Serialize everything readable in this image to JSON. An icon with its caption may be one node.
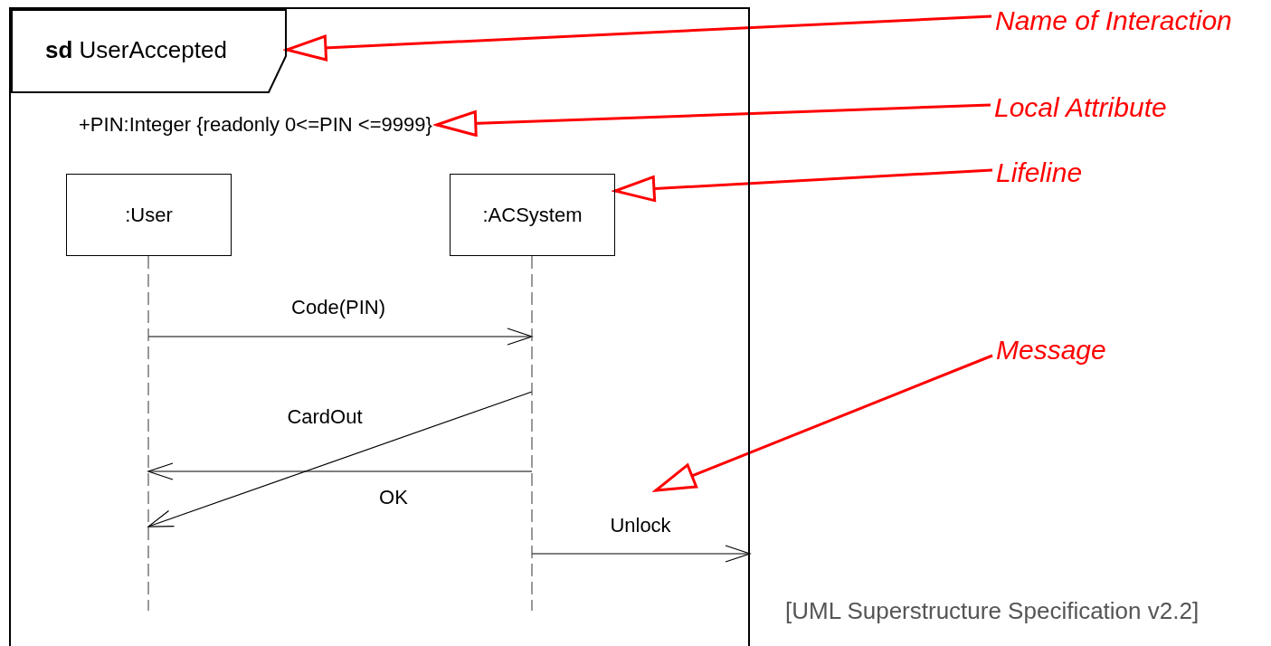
{
  "diagram": {
    "nodes": [
      {
        "text": [],
        "shape": "box"
      },
      {
        "text": [
          "**sd** UserAccepted"
        ],
        "in": 0
      },
      {
        "text": [
          "+PIN:Integer {readonly 0<=PIN <=9999}"
        ],
        "in": 0
      },
      {
        "text": [
          ":User"
        ],
        "in": 0
      },
      {
        "text": [
          ":ACSystem"
        ],
        "in": 0
      },
      {
        "text": [],
        "shape": "line",
        "in": 0
      },
      {
        "text": [],
        "shape": "line",
        "in": 0
      },
      {
        "text": [
          "Name of Interaction"
        ]
      },
      {
        "text": [
          "Local Attribute"
        ]
      },
      {
        "text": [
          "Lifeline"
        ]
      },
      {
        "text": [
          "Message"
        ]
      }
    ],
    "edges": [
      {
        "from": 5,
        "to": 6,
        "arrow": "to",
        "label": "Code(PIN)"
      },
      {
        "from": 6,
        "to": 5,
        "arrow": "to",
        "label": "CardOut"
      },
      {
        "from": 6,
        "to": 5,
        "arrow": "to",
        "label": "OK"
      },
      {
        "from": 6,
        "to": 0,
        "arrow": "to",
        "label": "Unlock"
      },
      {
        "from": 7,
        "to": 1,
        "arrow": "to",
        "color": "#ff0000"
      },
      {
        "from": 8,
        "to": 2,
        "arrow": "to",
        "color": "#ff0000"
      },
      {
        "from": 9,
        "to": 4,
        "arrow": "to",
        "color": "#ff0000"
      },
      {
        "from": 10,
        "to": null,
        "arrow": "to",
        "color": "#ff0000"
      }
    ],
    "labels": [
      "[UML Superstructure Specification v2.2]"
    ]
  }
}
